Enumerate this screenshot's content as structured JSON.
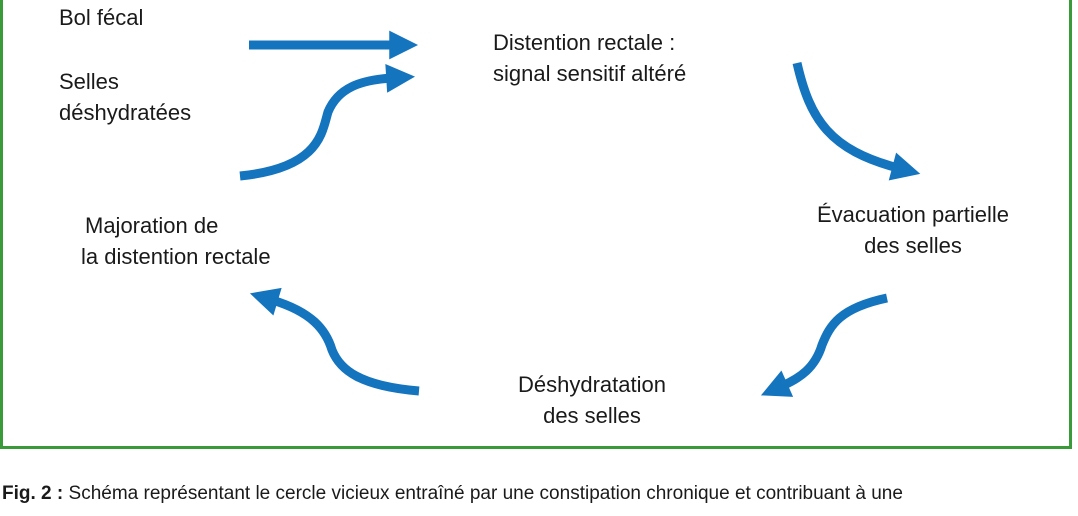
{
  "nodes": {
    "bol_fecal": "Bol fécal",
    "selles_deshydratees": [
      "Selles",
      "déshydratées"
    ],
    "distention_rectale": [
      "Distention rectale :",
      "signal sensitif altéré"
    ],
    "evacuation_partielle": [
      "Évacuation partielle",
      "des selles"
    ],
    "deshydratation": [
      "Déshydratation",
      "des selles"
    ],
    "majoration": [
      "Majoration de",
      "la distention rectale"
    ]
  },
  "caption": {
    "label": "Fig. 2 :",
    "text": "Schéma représentant le cercle vicieux entraîné par une constipation chronique et contribuant à une"
  },
  "colors": {
    "arrow": "#1474be",
    "frame": "#3a9a3a"
  }
}
